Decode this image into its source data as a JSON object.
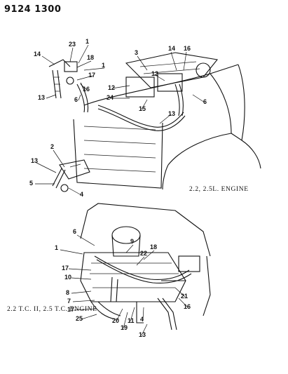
{
  "header": {
    "doc_number": "9124 1300"
  },
  "captions": {
    "top_engine": "2.2, 2.5L. ENGINE",
    "bottom_engine": "2.2 T.C. II, 2.5 T.C. ENGINE"
  },
  "callouts": {
    "top": [
      "23",
      "1",
      "14",
      "18",
      "1",
      "17",
      "13",
      "16",
      "6",
      "3",
      "14",
      "16",
      "12",
      "12",
      "24",
      "15",
      "13",
      "6"
    ],
    "mid": [
      "2",
      "13",
      "5",
      "4"
    ],
    "bottom": [
      "6",
      "1",
      "9",
      "18",
      "22",
      "17",
      "10",
      "8",
      "7",
      "17",
      "25",
      "20",
      "11",
      "19",
      "4",
      "13",
      "21",
      "16"
    ]
  }
}
